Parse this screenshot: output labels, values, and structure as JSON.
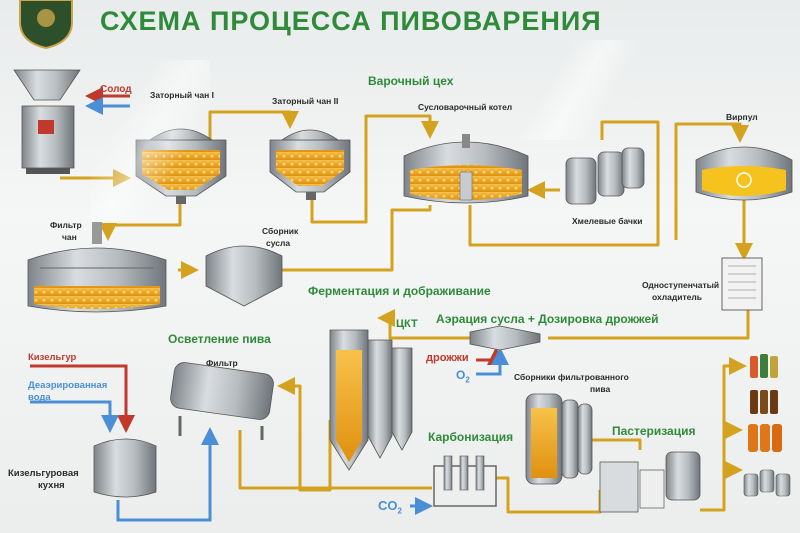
{
  "title": "СХЕМА ПРОЦЕССА ПИВОВАРЕНИЯ",
  "sections": {
    "brewhouse": "Варочный цех",
    "fermentation": "Ферментация и дображивание",
    "clarification": "Осветление пива",
    "aeration": "Аэрация сусла + Дозировка дрожжей",
    "carbonization": "Карбонизация",
    "pasteurization": "Пастеризация"
  },
  "labels": {
    "malt": "Солод",
    "mash_tun_1": "Заторный чан I",
    "mash_tun_2": "Заторный чан II",
    "wort_kettle": "Сусловарочный котел",
    "whirlpool": "Вирпул",
    "hop_tanks": "Хмелевые бачки",
    "filter_tun_line1": "Фильтр",
    "filter_tun_line2": "чан",
    "wort_collector_line1": "Сборник",
    "wort_collector_line2": "сусла",
    "cooler_line1": "Одноступенчатый",
    "cooler_line2": "охладитель",
    "ckt": "ЦКТ",
    "yeast": "дрожжи",
    "oxygen": "O",
    "oxygen_sub": "2",
    "kieselguhr": "Кизельгур",
    "deaerated_water_line1": "Деаэрированная",
    "deaerated_water_line2": "вода",
    "kieselguhr_kitchen_line1": "Кизельгуровая",
    "kieselguhr_kitchen_line2": "кухня",
    "filter": "Фильтр",
    "filtered_collectors_line1": "Сборники фильтрованного",
    "filtered_collectors_line2": "пива",
    "co2": "CO",
    "co2_sub": "2"
  },
  "colors": {
    "title_green": "#2f8a3a",
    "pipe_gold": "#d4a21f",
    "beer": "#f2a81c",
    "red_arrow": "#c0392b",
    "blue_arrow": "#4a8fd6",
    "steel": "#a8adb1"
  }
}
